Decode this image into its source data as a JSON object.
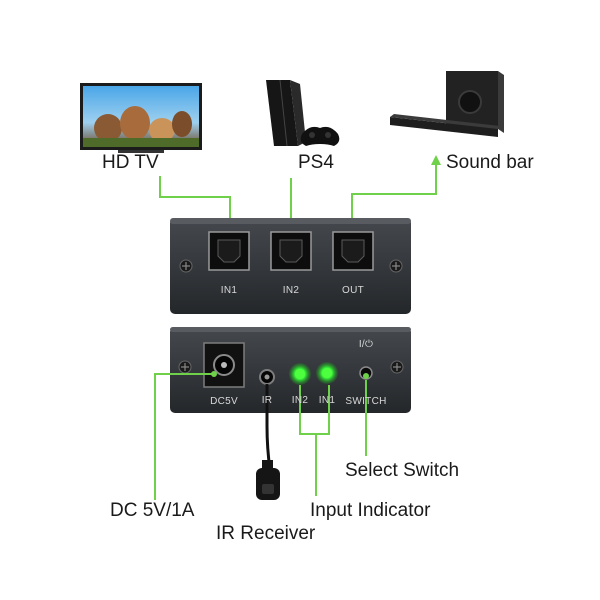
{
  "devices": {
    "tv_label": "HD TV",
    "ps4_label": "PS4",
    "soundbar_label": "Sound bar"
  },
  "front_panel": {
    "ports": [
      "IN1",
      "IN2",
      "OUT"
    ]
  },
  "back_panel": {
    "ports": {
      "dc": "DC5V",
      "ir": "IR",
      "in2": "IN2",
      "in1": "IN1",
      "switch": "SWITCH",
      "power_symbol": "I/⏻"
    }
  },
  "callouts": {
    "select_switch": "Select Switch",
    "dc": "DC 5V/1A",
    "input_indicator": "Input Indicator",
    "ir_receiver": "IR Receiver"
  },
  "colors": {
    "accent_green": "#6fd14a",
    "led_green": "#39ff3a",
    "panel": "#2f3236"
  }
}
